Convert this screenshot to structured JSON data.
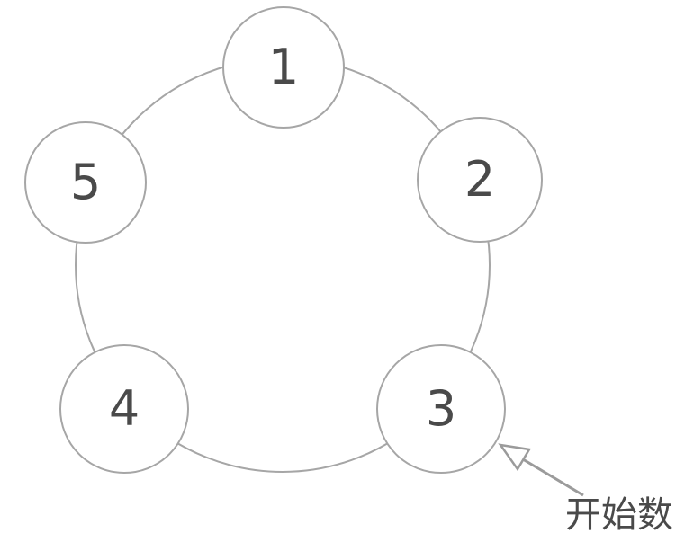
{
  "diagram": {
    "type": "circle-of-nodes",
    "nodes": [
      {
        "label": "1"
      },
      {
        "label": "2"
      },
      {
        "label": "3"
      },
      {
        "label": "4"
      },
      {
        "label": "5"
      }
    ],
    "annotation": {
      "text": "开始数",
      "points_to_node": "3"
    },
    "colors": {
      "line": "#a6a6a6",
      "number_text": "#4a4a4a",
      "background": "#ffffff"
    }
  }
}
